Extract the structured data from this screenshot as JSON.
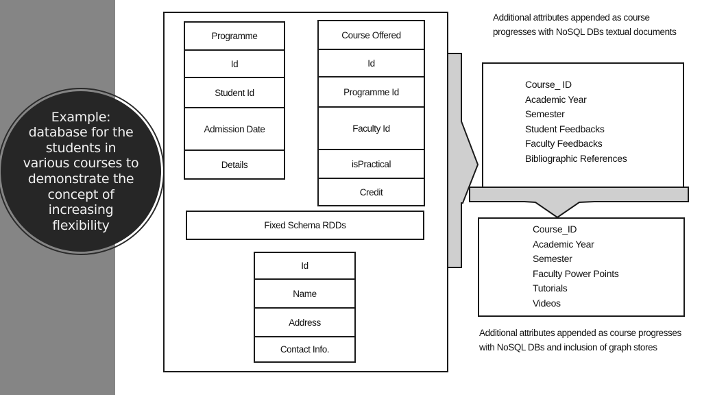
{
  "sidebar": {
    "callout_text": "Example: database for the students in various courses to demonstrate the concept of increasing flexibility"
  },
  "diagram": {
    "programme_table": {
      "rows": [
        "Programme",
        "Id",
        "Student Id",
        "Admission Date",
        "Details"
      ]
    },
    "course_offered_table": {
      "rows": [
        "Course Offered",
        "Id",
        "Programme Id",
        "Faculty Id",
        "isPractical",
        "Credit"
      ]
    },
    "fixed_schema_label": "Fixed Schema RDDs",
    "student_table": {
      "rows": [
        "Id",
        "Name",
        "Address",
        "Contact Info."
      ]
    },
    "nosql_document": {
      "caption": "Additional attributes appended as course progresses with NoSQL DBs textual documents",
      "fields": [
        "Course_ ID",
        "Academic Year",
        "Semester",
        "Student Feedbacks",
        "Faculty Feedbacks",
        "Bibliographic References"
      ]
    },
    "graph_document": {
      "caption": "Additional attributes appended as course progresses with NoSQL DBs and inclusion of graph stores",
      "fields": [
        "Course_ID",
        "Academic Year",
        "Semester",
        "Faculty Power Points",
        "Tutorials",
        "Videos"
      ]
    }
  },
  "colors": {
    "sidebar_gray": "#858585",
    "callout_dark": "#262626",
    "arrow_fill": "#cfcfcf",
    "line": "#1a1a1a"
  }
}
